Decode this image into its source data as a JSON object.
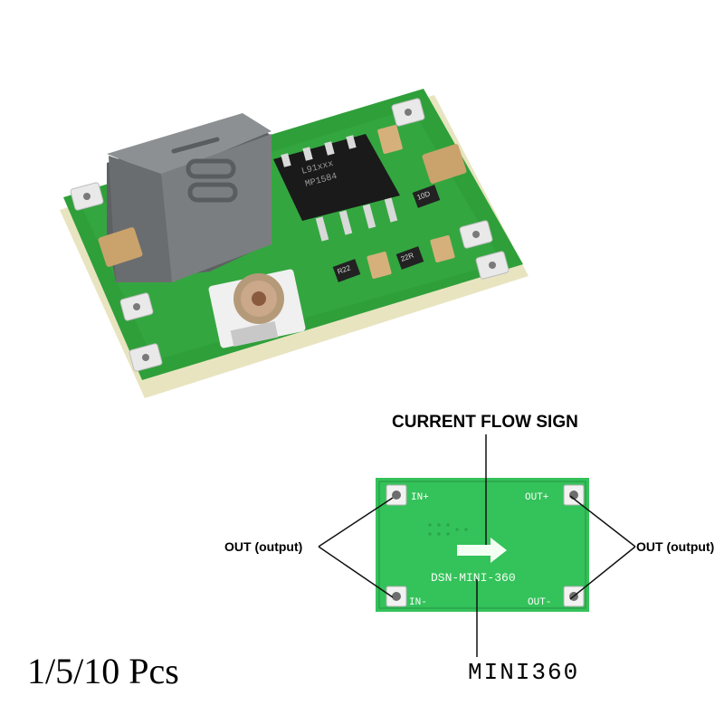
{
  "annotations": {
    "title": "CURRENT FLOW SIGN",
    "left_label": "OUT (output)",
    "right_label": "OUT (output)",
    "model": "MINI360"
  },
  "quantity": "1/5/10 Pcs",
  "board_top": {
    "chip_markings": [
      "L91xxx",
      "MP1584"
    ],
    "resistor_codes": [
      "R22",
      "22R",
      "10D"
    ]
  },
  "board_bottom": {
    "pad_labels": {
      "in_plus": "IN+",
      "out_plus": "OUT+",
      "in_minus": "IN-",
      "out_minus": "OUT-"
    },
    "silkscreen": "DSN-MINI-360"
  },
  "colors": {
    "pcb_green": "#2f9f3a",
    "pcb_edge": "#e8e4c0",
    "bottom_board": "#34c25a",
    "inductor": "#7b7e80",
    "ic": "#1a1a1a",
    "capacitor": "#c9a36b"
  }
}
